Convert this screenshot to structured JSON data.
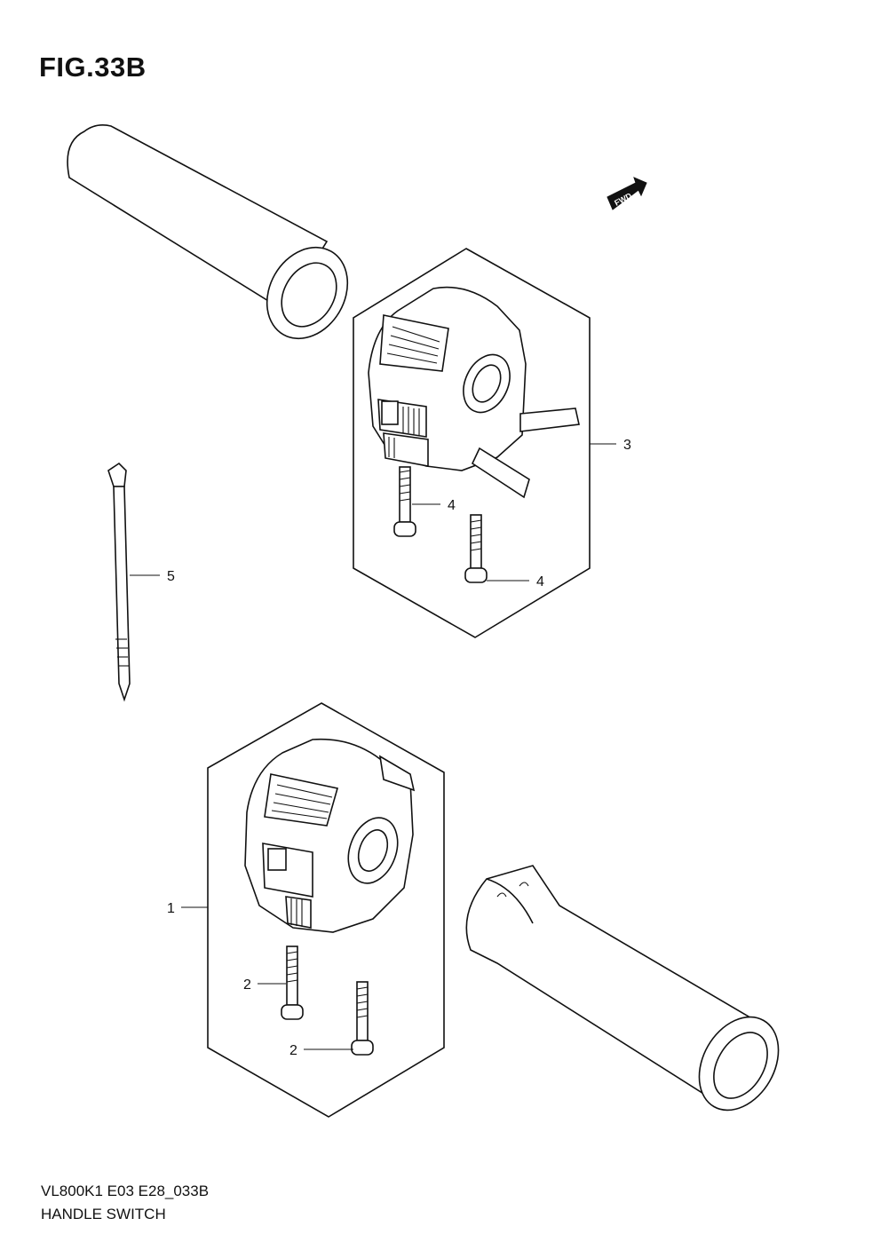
{
  "figure": {
    "title": "FIG.33B",
    "code": "VL800K1 E03 E28_033B",
    "name": "HANDLE SWITCH"
  },
  "fwd_label": "FWD",
  "callouts": [
    {
      "id": "c1",
      "label": "1"
    },
    {
      "id": "c2a",
      "label": "2"
    },
    {
      "id": "c2b",
      "label": "2"
    },
    {
      "id": "c3",
      "label": "3"
    },
    {
      "id": "c4a",
      "label": "4"
    },
    {
      "id": "c4b",
      "label": "4"
    },
    {
      "id": "c5",
      "label": "5"
    }
  ]
}
